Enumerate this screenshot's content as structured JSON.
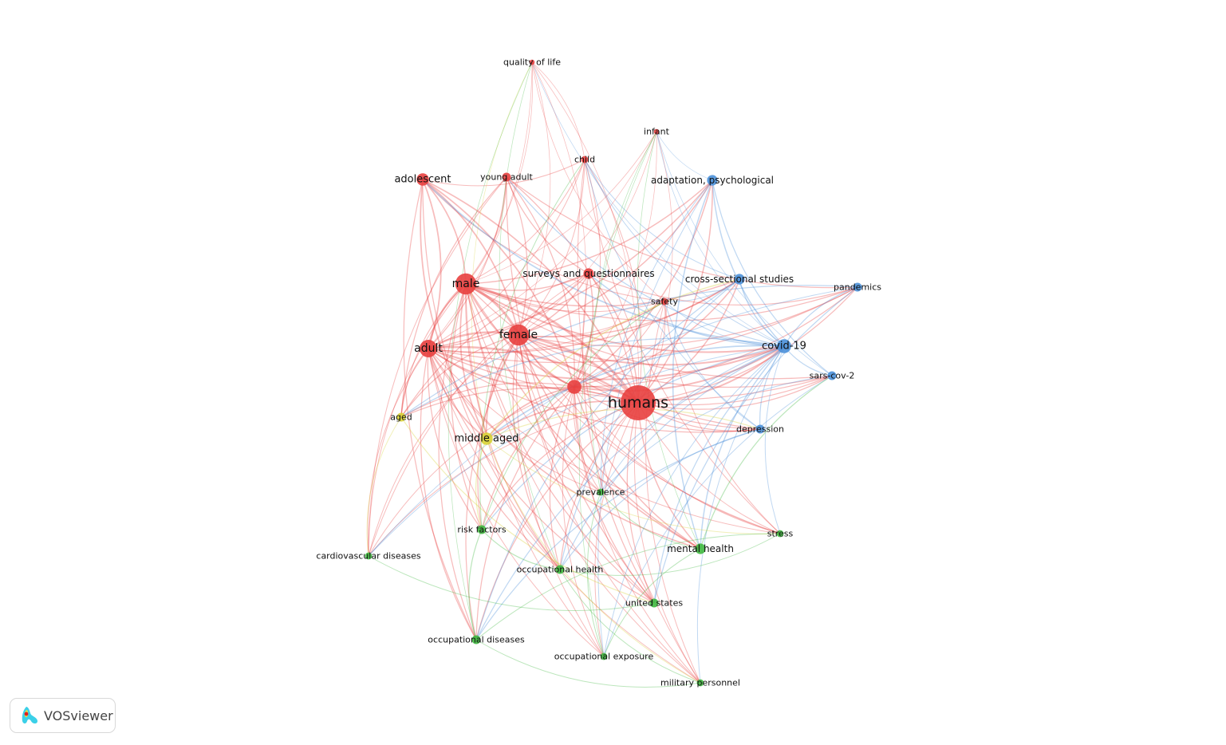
{
  "cluster_colors": {
    "red": "#e8403f",
    "green": "#3fb83f",
    "blue": "#4a90d9",
    "yellow": "#d8d235"
  },
  "nodes": [
    {
      "id": "humans",
      "label": "humans",
      "cluster": "red",
      "weight": 10
    },
    {
      "id": "female",
      "label": "female",
      "cluster": "red",
      "weight": 6
    },
    {
      "id": "male",
      "label": "male",
      "cluster": "red",
      "weight": 6
    },
    {
      "id": "adult",
      "label": "adult",
      "cluster": "red",
      "weight": 5
    },
    {
      "id": "unlabeled",
      "label": "",
      "cluster": "red",
      "weight": 4
    },
    {
      "id": "adolescent",
      "label": "adolescent",
      "cluster": "red",
      "weight": 3.5
    },
    {
      "id": "young_adult",
      "label": "young adult",
      "cluster": "red",
      "weight": 2.5
    },
    {
      "id": "child",
      "label": "child",
      "cluster": "red",
      "weight": 2
    },
    {
      "id": "infant",
      "label": "infant",
      "cluster": "red",
      "weight": 1.5
    },
    {
      "id": "qol",
      "label": "quality of life",
      "cluster": "red",
      "weight": 1.5
    },
    {
      "id": "surveys",
      "label": "surveys and questionnaires",
      "cluster": "red",
      "weight": 3
    },
    {
      "id": "safety",
      "label": "safety",
      "cluster": "red",
      "weight": 2
    },
    {
      "id": "adaptation",
      "label": "adaptation, psychological",
      "cluster": "blue",
      "weight": 3
    },
    {
      "id": "cross",
      "label": "cross-sectional studies",
      "cluster": "blue",
      "weight": 3
    },
    {
      "id": "pandemics",
      "label": "pandemics",
      "cluster": "blue",
      "weight": 2.5
    },
    {
      "id": "covid",
      "label": "covid-19",
      "cluster": "blue",
      "weight": 4
    },
    {
      "id": "sars",
      "label": "sars-cov-2",
      "cluster": "blue",
      "weight": 2.5
    },
    {
      "id": "depression",
      "label": "depression",
      "cluster": "blue",
      "weight": 2.5
    },
    {
      "id": "aged",
      "label": "aged",
      "cluster": "yellow",
      "weight": 2.5
    },
    {
      "id": "middle_aged",
      "label": "middle aged",
      "cluster": "yellow",
      "weight": 3.5
    },
    {
      "id": "prevalence",
      "label": "prevalence",
      "cluster": "green",
      "weight": 2
    },
    {
      "id": "risk",
      "label": "risk factors",
      "cluster": "green",
      "weight": 2.5
    },
    {
      "id": "cardio",
      "label": "cardiovascular diseases",
      "cluster": "green",
      "weight": 2
    },
    {
      "id": "occ_health",
      "label": "occupational health",
      "cluster": "green",
      "weight": 2.5
    },
    {
      "id": "mental",
      "label": "mental health",
      "cluster": "green",
      "weight": 3
    },
    {
      "id": "stress",
      "label": "stress",
      "cluster": "green",
      "weight": 2
    },
    {
      "id": "us",
      "label": "united states",
      "cluster": "green",
      "weight": 2.5
    },
    {
      "id": "occ_dis",
      "label": "occupational diseases",
      "cluster": "green",
      "weight": 2.5
    },
    {
      "id": "occ_exp",
      "label": "occupational exposure",
      "cluster": "green",
      "weight": 2
    },
    {
      "id": "military",
      "label": "military personnel",
      "cluster": "green",
      "weight": 2
    }
  ],
  "logo": {
    "text": "VOSviewer"
  }
}
